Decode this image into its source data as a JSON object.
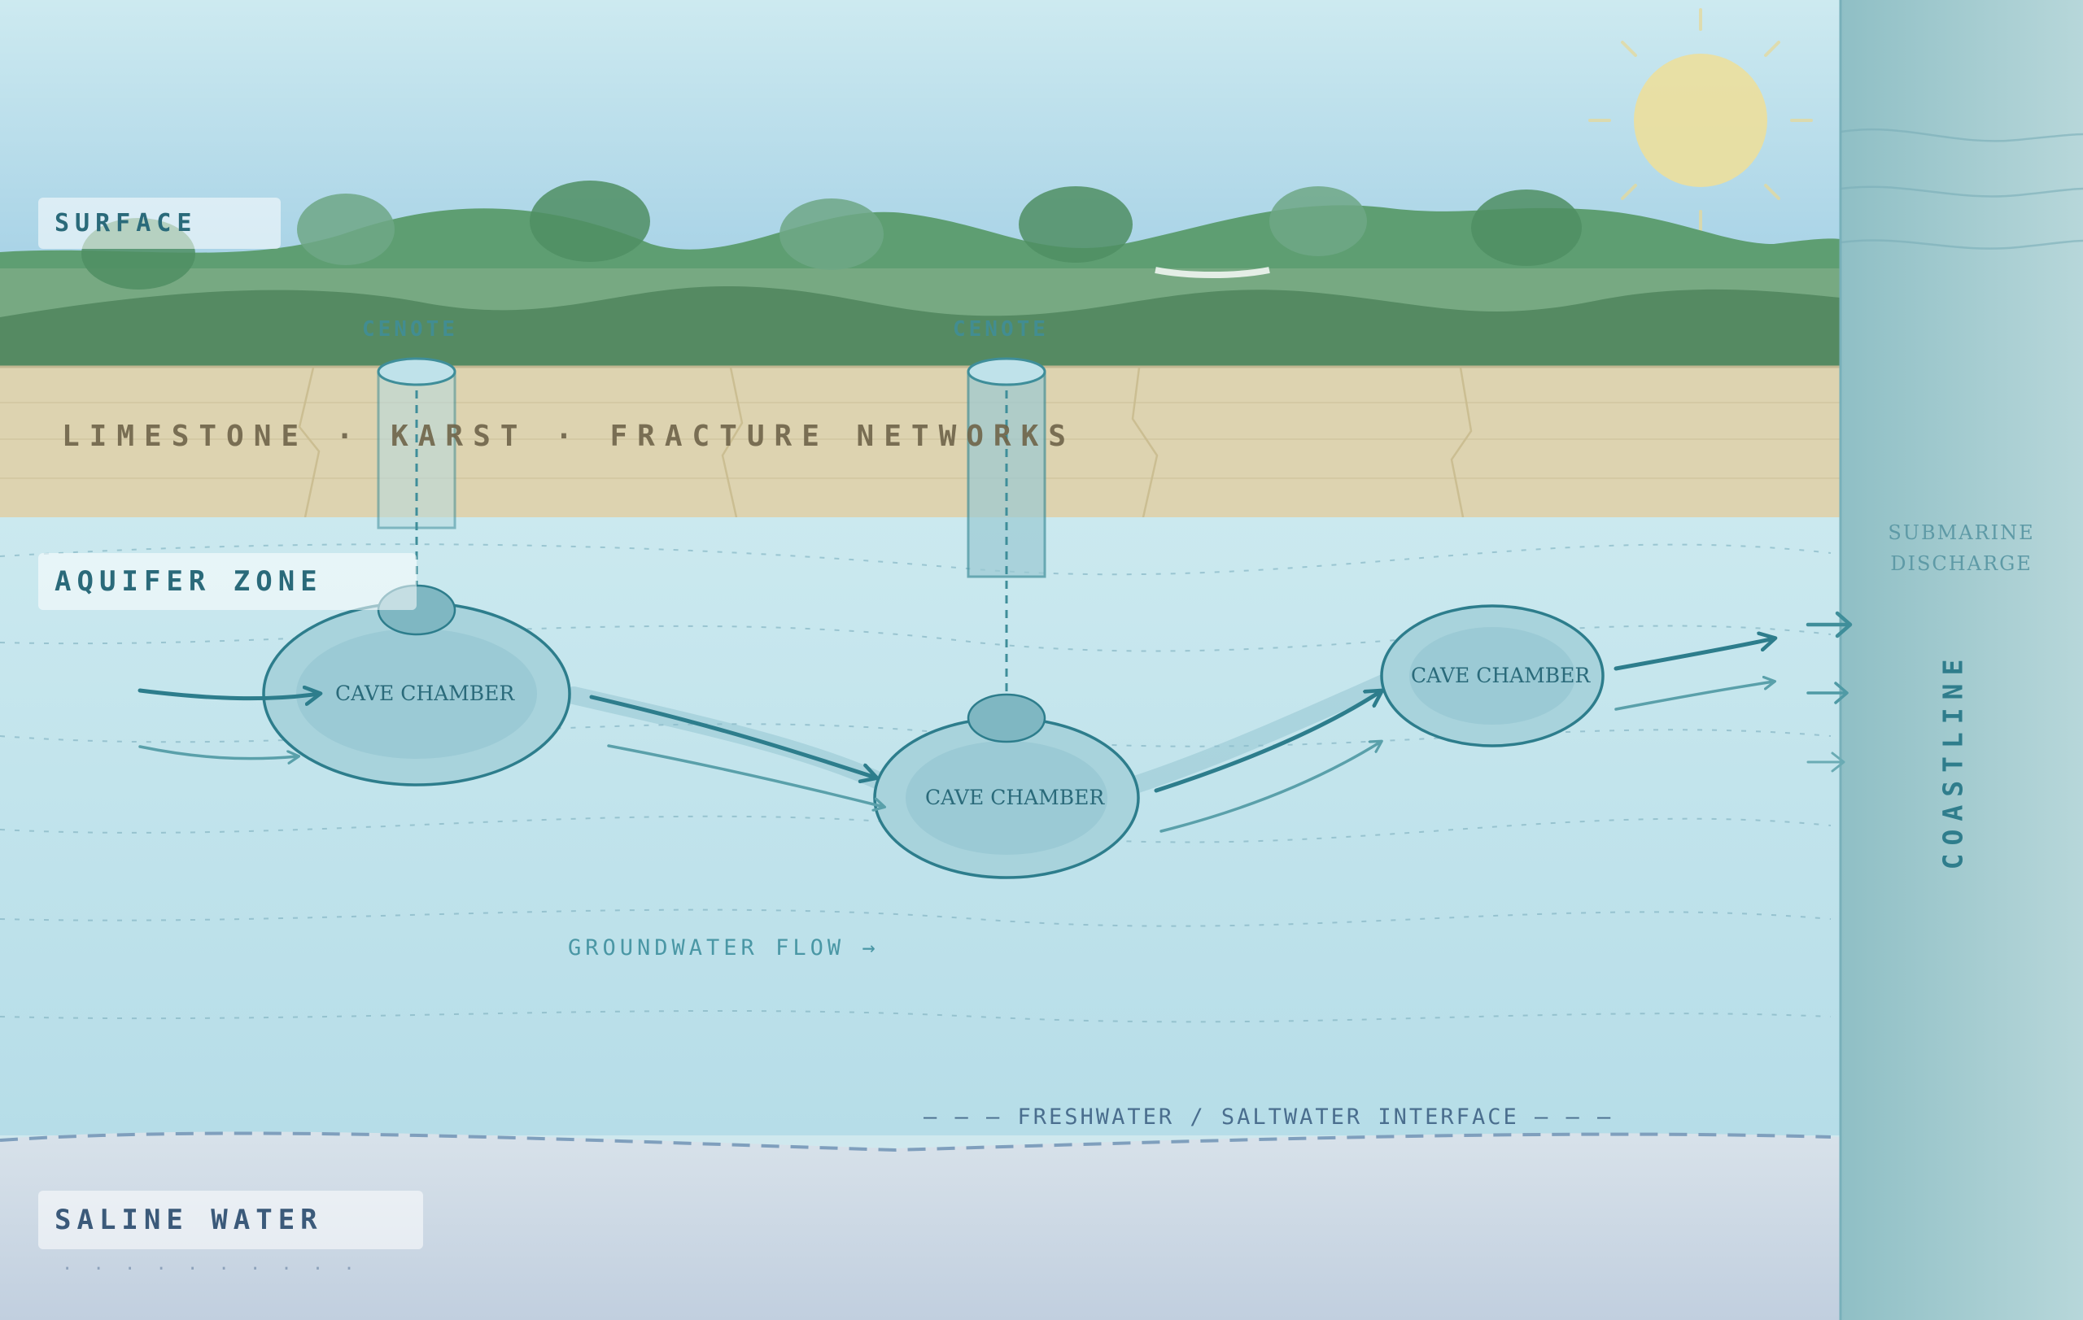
{
  "labels": {
    "surface": "SURFACE",
    "limestone": "LIMESTONE · KARST · FRACTURE NETWORKS",
    "aquifer": "AQUIFER ZONE",
    "saline": "SALINE WATER",
    "groundwater_flow": "GROUNDWATER FLOW →",
    "interface": "— — — FRESHWATER / SALTWATER INTERFACE — — —",
    "submarine_line1": "SUBMARINE",
    "submarine_line2": "DISCHARGE",
    "coastline": "COASTLINE",
    "saline_dots": "· · · · · · · · · ·"
  },
  "cenotes": [
    {
      "label": "CENOTE"
    },
    {
      "label": "CENOTE"
    }
  ],
  "chambers": [
    {
      "label": "CAVE CHAMBER"
    },
    {
      "label": "CAVE CHAMBER"
    },
    {
      "label": "CAVE CHAMBER"
    }
  ],
  "colors": {
    "sky_top": "#cdeaf0",
    "sky_bottom": "#a9d3e6",
    "hill_far": "#5e9e72",
    "hill_mid": "#77a982",
    "hill_near": "#558a62",
    "limestone": "#ddd3b0",
    "aquifer": "#c2e4ec",
    "saline": "#cfd9e4",
    "coast": "#a2cacf",
    "flow": "#2d7d8c",
    "sun": "#ecdf9c",
    "chamber_fill": "#a8d3dc",
    "label_text": "#2a6a7a",
    "limestone_text": "#6f6449"
  },
  "icons": {
    "sun": "sun-icon",
    "flow_arrow": "arrow-right-icon"
  }
}
